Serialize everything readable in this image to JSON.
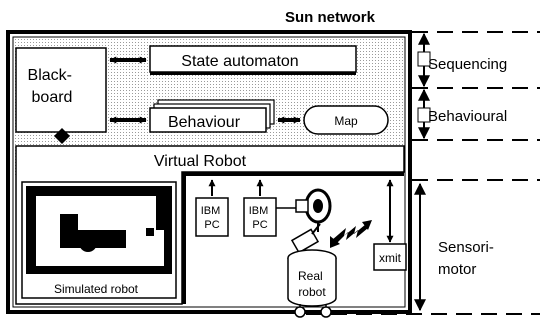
{
  "title": "Sun network",
  "boxes": {
    "blackboard": "Black-\nboard",
    "state_automaton": "State automaton",
    "behaviour": "Behaviour",
    "map": "Map",
    "virtual_robot": "Virtual Robot",
    "ibm_pc_1": "IBM\nPC",
    "ibm_pc_2": "IBM\nPC",
    "xmit": "xmit",
    "real_robot": "Real\nrobot",
    "simulated_robot": "Simulated robot"
  },
  "levels": {
    "sequencing": "Sequencing",
    "behavioural": "Behavioural",
    "sensorimotor": "Sensori-\nmotor"
  }
}
